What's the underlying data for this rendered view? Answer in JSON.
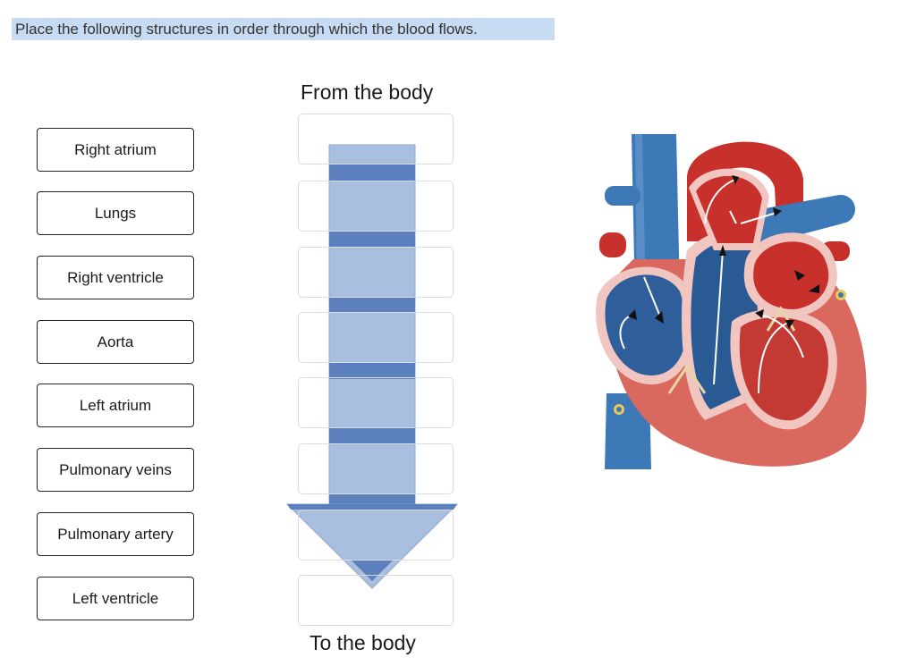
{
  "question": "Place the following structures in order through which the blood flows.",
  "chips": [
    {
      "label": "Right atrium"
    },
    {
      "label": "Lungs"
    },
    {
      "label": "Right ventricle"
    },
    {
      "label": "Aorta"
    },
    {
      "label": "Left atrium"
    },
    {
      "label": "Pulmonary veins"
    },
    {
      "label": "Pulmonary artery"
    },
    {
      "label": "Left ventricle"
    }
  ],
  "flow": {
    "top_label": "From the body",
    "bottom_label": "To the body",
    "slot_count": 8
  },
  "colors": {
    "highlight": "#c7dcf3",
    "arrow_light": "#a9bfdf",
    "arrow_dark": "#5b80bd",
    "heart_blue": "#3d78b7",
    "heart_red": "#c8302b",
    "heart_muscle": "#d9685f"
  },
  "icons": {
    "diagram": "heart-cross-section-image",
    "arrow": "down-arrow-graphic"
  }
}
